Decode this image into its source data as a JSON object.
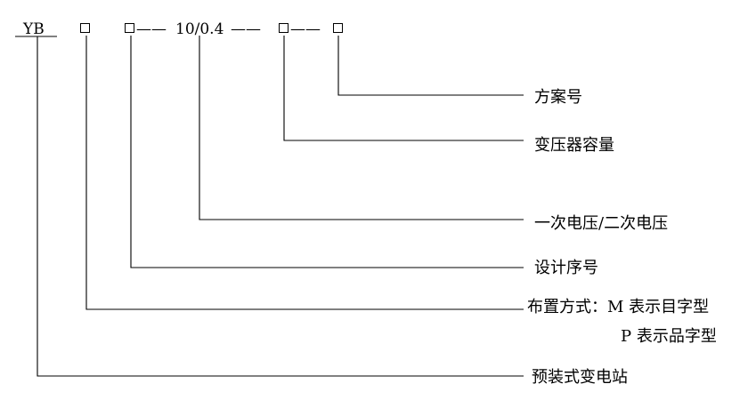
{
  "model_code": {
    "prefix": "YB",
    "dash_a": "——",
    "voltage": "10/0.4",
    "dash_b": "——",
    "dash_c": "——"
  },
  "labels": {
    "scheme_no": "方案号",
    "transformer_capacity": "变压器容量",
    "voltage_ratio": "一次电压/二次电压",
    "design_serial": "设计序号",
    "layout_method": "布置方式：M 表示目字型",
    "layout_p": "P 表示品字型",
    "prefab_substation": "预装式变电站"
  }
}
